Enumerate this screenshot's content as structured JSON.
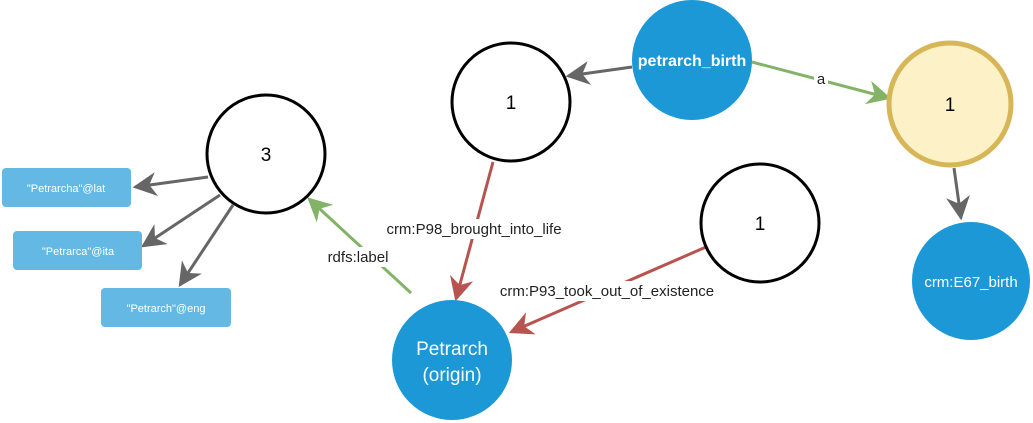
{
  "nodes": {
    "petrarch_birth": {
      "label": "petrarch_birth"
    },
    "count_top": {
      "label": "1"
    },
    "class_birth_count": {
      "label": "1"
    },
    "count_labels": {
      "label": "3"
    },
    "count_death": {
      "label": "1"
    },
    "birth_class": {
      "label": "crm:E67_birth"
    },
    "petrarch_origin": {
      "line1": "Petrarch",
      "line2": "(origin)"
    }
  },
  "literals": [
    {
      "label": "\"Petrarcha\"@lat"
    },
    {
      "label": "\"Petrarca\"@ita"
    },
    {
      "label": "\"Petrarch\"@eng"
    }
  ],
  "edges": {
    "type_edge": {
      "label": "a"
    },
    "brought_into_life": {
      "label": "crm:P98_brought_into_life"
    },
    "took_out_of_existence": {
      "label": "crm:P93_took_out_of_existence"
    },
    "rdfs_label": {
      "label": "rdfs:label"
    }
  },
  "colors": {
    "entity_fill": "#1b98d5",
    "literal_fill": "#63b9e3",
    "class_fill": "#fdf1c7",
    "class_stroke": "#d6b656",
    "count_stroke": "#000000",
    "edge_gray": "#666666",
    "edge_green": "#82b366",
    "edge_red": "#b85450"
  }
}
